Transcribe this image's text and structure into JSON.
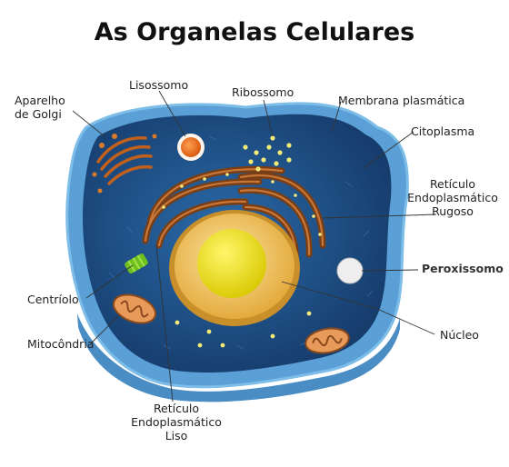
{
  "title": "As Organelas Celulares",
  "labels": {
    "golgi_line1": "Aparelho",
    "golgi_line2": "de Golgi",
    "lysosome": "Lisossomo",
    "ribosome": "Ribossomo",
    "membrane": "Membrana plasmática",
    "cytoplasm": "Citoplasma",
    "rough_er_line1": "Retículo",
    "rough_er_line2": "Endoplasmático",
    "rough_er_line3": "Rugoso",
    "peroxisome": "Peroxissomo",
    "centriole": "Centríolo",
    "nucleus": "Núcleo",
    "mitochondria": "Mitocôndria",
    "smooth_er_line1": "Retículo",
    "smooth_er_line2": "Endoplasmático",
    "smooth_er_line3": "Liso"
  },
  "colors": {
    "cytoplasm": "#1e4f86",
    "membrane": "#6fb0e0",
    "nucleus": "#f2c94c",
    "nucleolus": "#e8d80e",
    "er": "#8a4a1c",
    "golgi": "#c0601c",
    "lysosome": "#e8701e",
    "centriole": "#7ecb20"
  }
}
